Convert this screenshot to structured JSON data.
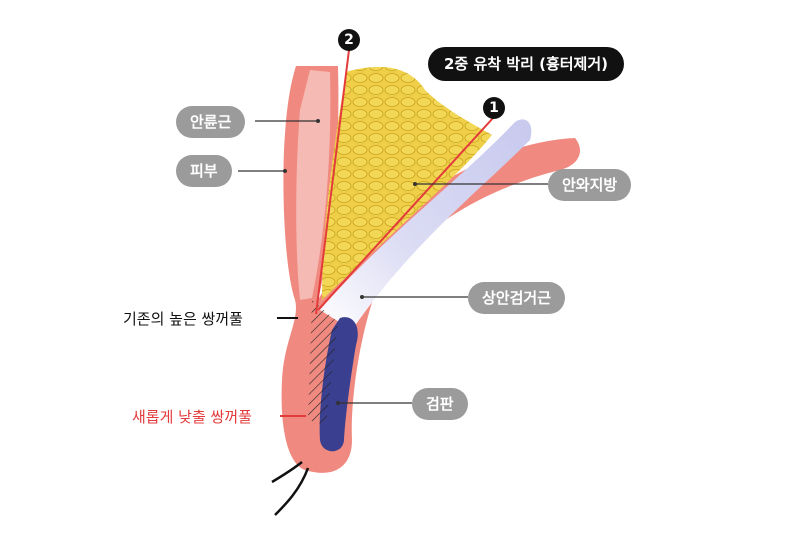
{
  "title": "2중 유착 박리 (흉터제거)",
  "markers": {
    "m1": "1",
    "m2": "2"
  },
  "labels": {
    "orbicularis": "안륜근",
    "skin": "피부",
    "orbital_fat": "안와지방",
    "levator": "상안검거근",
    "tarsus": "검판",
    "old_fold": "기존의 높은 쌍꺼풀",
    "new_fold": "새롭게 낮출 쌍꺼풀"
  },
  "colors": {
    "skin": "#f08a80",
    "skin_inner": "#f6c6c0",
    "fat": "#e8c23a",
    "levator": "#c9cbef",
    "tarsus": "#3a3f8f",
    "cut_line": "#e33b3b",
    "label_bg": "#9b9b9b",
    "new_fold_text": "#e33b3b"
  }
}
